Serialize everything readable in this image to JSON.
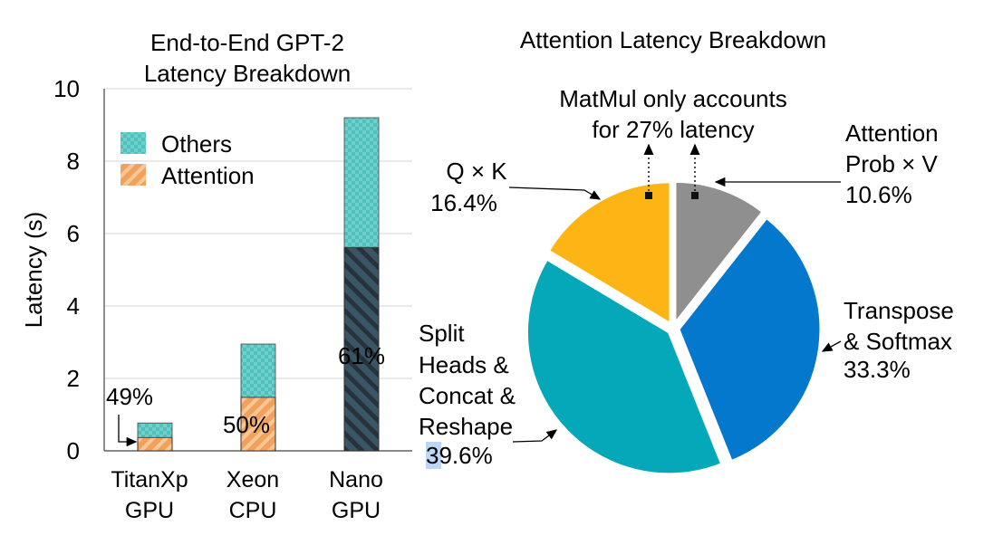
{
  "chart_data": [
    {
      "type": "bar",
      "stacked": true,
      "title_lines": [
        "End-to-End GPT-2",
        "Latency Breakdown"
      ],
      "ylabel": "Latency (s)",
      "ylim": [
        0,
        10
      ],
      "yticks": [
        "0",
        "2",
        "4",
        "6",
        "8",
        "10"
      ],
      "grid": true,
      "legend_placement": "top-left",
      "categories": [
        {
          "line1": "TitanXp",
          "line2": "GPU"
        },
        {
          "line1": "Xeon",
          "line2": "CPU"
        },
        {
          "line1": "Nano",
          "line2": "GPU"
        }
      ],
      "series": [
        {
          "name": "Attention",
          "values": [
            0.37,
            1.48,
            5.62
          ],
          "color": "#f2a15c"
        },
        {
          "name": "Others",
          "values": [
            0.4,
            1.47,
            3.58
          ],
          "color": "#4fc1bd"
        }
      ],
      "attention_colors": [
        "#f2a15c",
        "#f2a15c",
        "#3a5566"
      ],
      "annotations": [
        "49%",
        "50%",
        "61%"
      ]
    },
    {
      "type": "pie",
      "title": "Attention Latency Breakdown",
      "slices": [
        {
          "label_lines": [
            "Attention",
            "Prob × V"
          ],
          "pct": 10.6,
          "pct_label": "10.6%",
          "color": "#8f8f8f"
        },
        {
          "label_lines": [
            "Transpose",
            "& Softmax"
          ],
          "pct": 33.3,
          "pct_label": "33.3%",
          "color": "#0478cc"
        },
        {
          "label_lines": [
            "Split",
            "Heads &",
            "Concat &",
            "Reshape"
          ],
          "pct": 39.6,
          "pct_label": "39.6%",
          "color": "#05a8b8"
        },
        {
          "label_lines": [
            "Q × K"
          ],
          "pct": 16.4,
          "pct_label": "16.4%",
          "color": "#fdb516"
        }
      ],
      "callout_lines": [
        "MatMul only accounts",
        "for 27% latency"
      ]
    }
  ]
}
